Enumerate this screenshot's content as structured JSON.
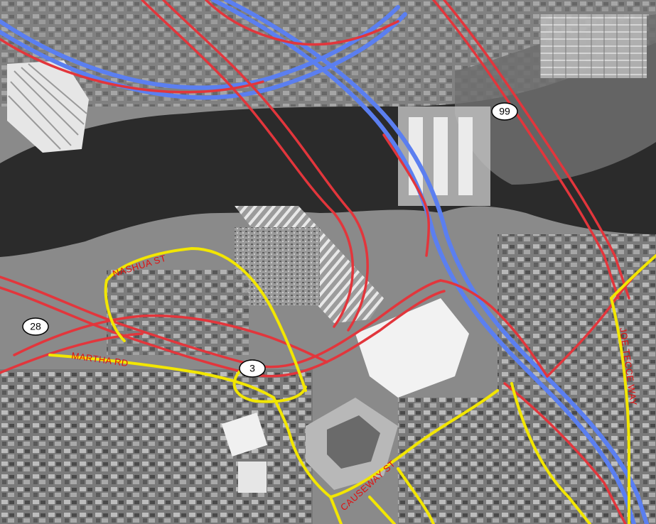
{
  "route_shields": {
    "route_99": "99",
    "route_28": "28",
    "route_3": "3"
  },
  "street_labels": {
    "nashua_st": "NASHUA ST",
    "martha_rd": "MARTHA RD",
    "causeway_st": "CAUSEWAY ST",
    "joe_tecce_way": "JOE TECCE WAY"
  },
  "colors": {
    "highway_blue": "#5b7ff0",
    "ramp_red": "#e2363c",
    "street_yellow": "#f2e600",
    "label_red": "#e01010",
    "water": "#2c2c2c",
    "land": "#8c8c8c"
  }
}
